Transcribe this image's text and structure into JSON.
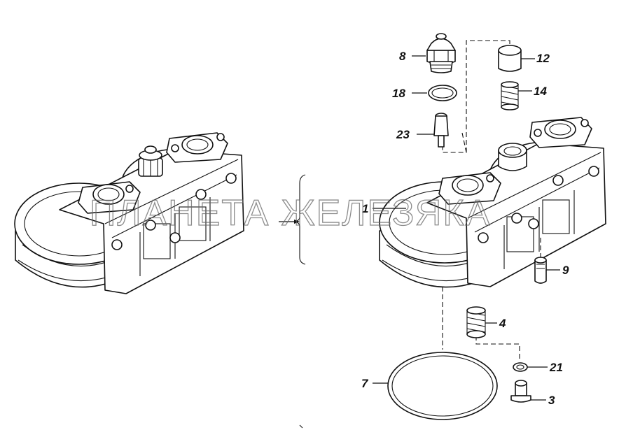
{
  "diagram": {
    "watermark": "ПЛАНЕТА ЖЕЛЕЗЯКА",
    "callouts": {
      "c1": "1",
      "c3": "3",
      "c4": "4",
      "c7": "7",
      "c8": "8",
      "c9": "9",
      "c12": "12",
      "c14": "14",
      "c18": "18",
      "c21": "21",
      "c23": "23"
    }
  }
}
